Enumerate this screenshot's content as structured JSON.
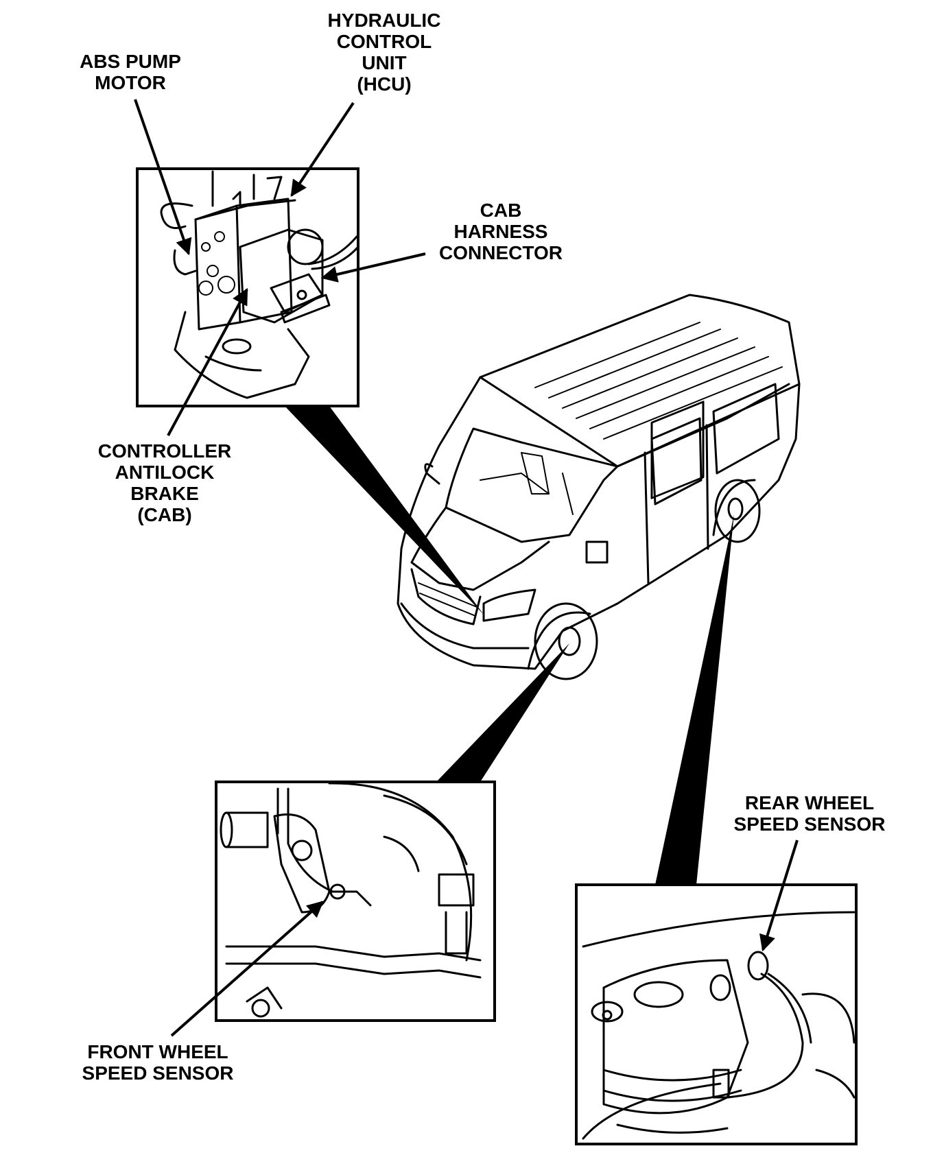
{
  "labels": {
    "hcu": [
      "HYDRAULIC",
      "CONTROL",
      "UNIT",
      "(HCU)"
    ],
    "abs_pump_motor": [
      "ABS PUMP",
      "MOTOR"
    ],
    "cab_harness_connector": [
      "CAB",
      "HARNESS",
      "CONNECTOR"
    ],
    "controller_antilock_brake": [
      "CONTROLLER",
      "ANTILOCK",
      "BRAKE",
      "(CAB)"
    ],
    "rear_wheel_speed_sensor": [
      "REAR WHEEL",
      "SPEED SENSOR"
    ],
    "front_wheel_speed_sensor": [
      "FRONT WHEEL",
      "SPEED SENSOR"
    ]
  }
}
